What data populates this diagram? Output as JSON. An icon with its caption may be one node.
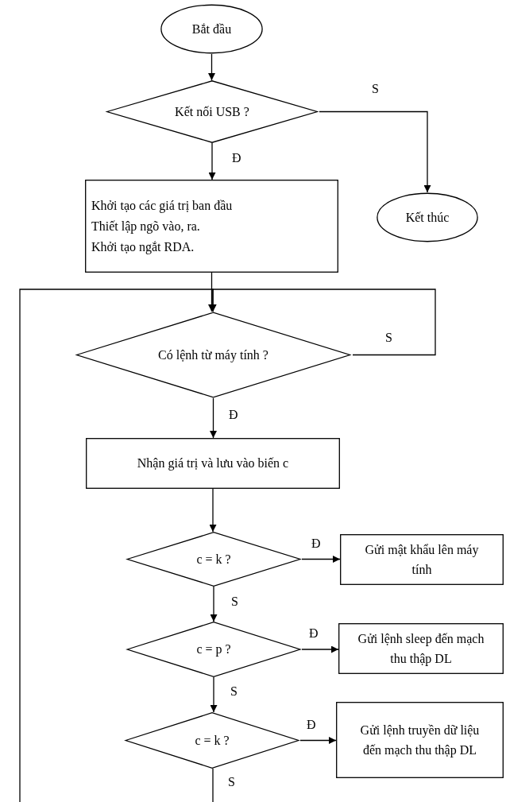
{
  "diagram": {
    "nodes": [
      {
        "text": [
          "Bắt đầu"
        ]
      },
      {
        "text": [
          "Kết nối USB ?"
        ]
      },
      {
        "text": [
          "Khởi tạo các giá trị ban đầu",
          "Thiết lập ngõ vào, ra.",
          "Khởi tạo ngắt RDA."
        ]
      },
      {
        "text": [
          "Kết thúc"
        ]
      },
      {
        "text": [
          "Có lệnh từ máy tính ?"
        ]
      },
      {
        "text": [
          "Nhận giá trị và lưu vào biến c"
        ]
      },
      {
        "text": [
          "c = k ?"
        ]
      },
      {
        "text": [
          "Gửi mật khẩu lên máy tính"
        ]
      },
      {
        "text": [
          "c = p ?"
        ]
      },
      {
        "text": [
          "Gửi lệnh sleep đến mạch thu thập DL"
        ]
      },
      {
        "text": [
          "c = k ?"
        ]
      },
      {
        "text": [
          "Gửi lệnh truyền dữ liệu đến mạch thu thập DL"
        ]
      }
    ],
    "edges": [
      {
        "from": 0,
        "to": 1,
        "arrow": "to"
      },
      {
        "from": 1,
        "to": 2,
        "arrow": "to",
        "label": "Đ"
      },
      {
        "from": 1,
        "to": 3,
        "arrow": "to",
        "label": "S"
      },
      {
        "from": 2,
        "to": 4,
        "arrow": "to"
      },
      {
        "from": 4,
        "to": 4,
        "arrow": "to",
        "label": "S"
      },
      {
        "from": 4,
        "to": 5,
        "arrow": "to",
        "label": "Đ"
      },
      {
        "from": 5,
        "to": 6,
        "arrow": "to"
      },
      {
        "from": 6,
        "to": 7,
        "arrow": "to",
        "label": "Đ"
      },
      {
        "from": 6,
        "to": 8,
        "arrow": "to",
        "label": "S"
      },
      {
        "from": 8,
        "to": 9,
        "arrow": "to",
        "label": "Đ"
      },
      {
        "from": 8,
        "to": 10,
        "arrow": "to",
        "label": "S"
      },
      {
        "from": 10,
        "to": 11,
        "arrow": "to",
        "label": "Đ"
      },
      {
        "from": 10,
        "to": null,
        "arrow": "none",
        "label": "S"
      },
      {
        "from": null,
        "to": 4,
        "arrow": "to"
      }
    ]
  }
}
